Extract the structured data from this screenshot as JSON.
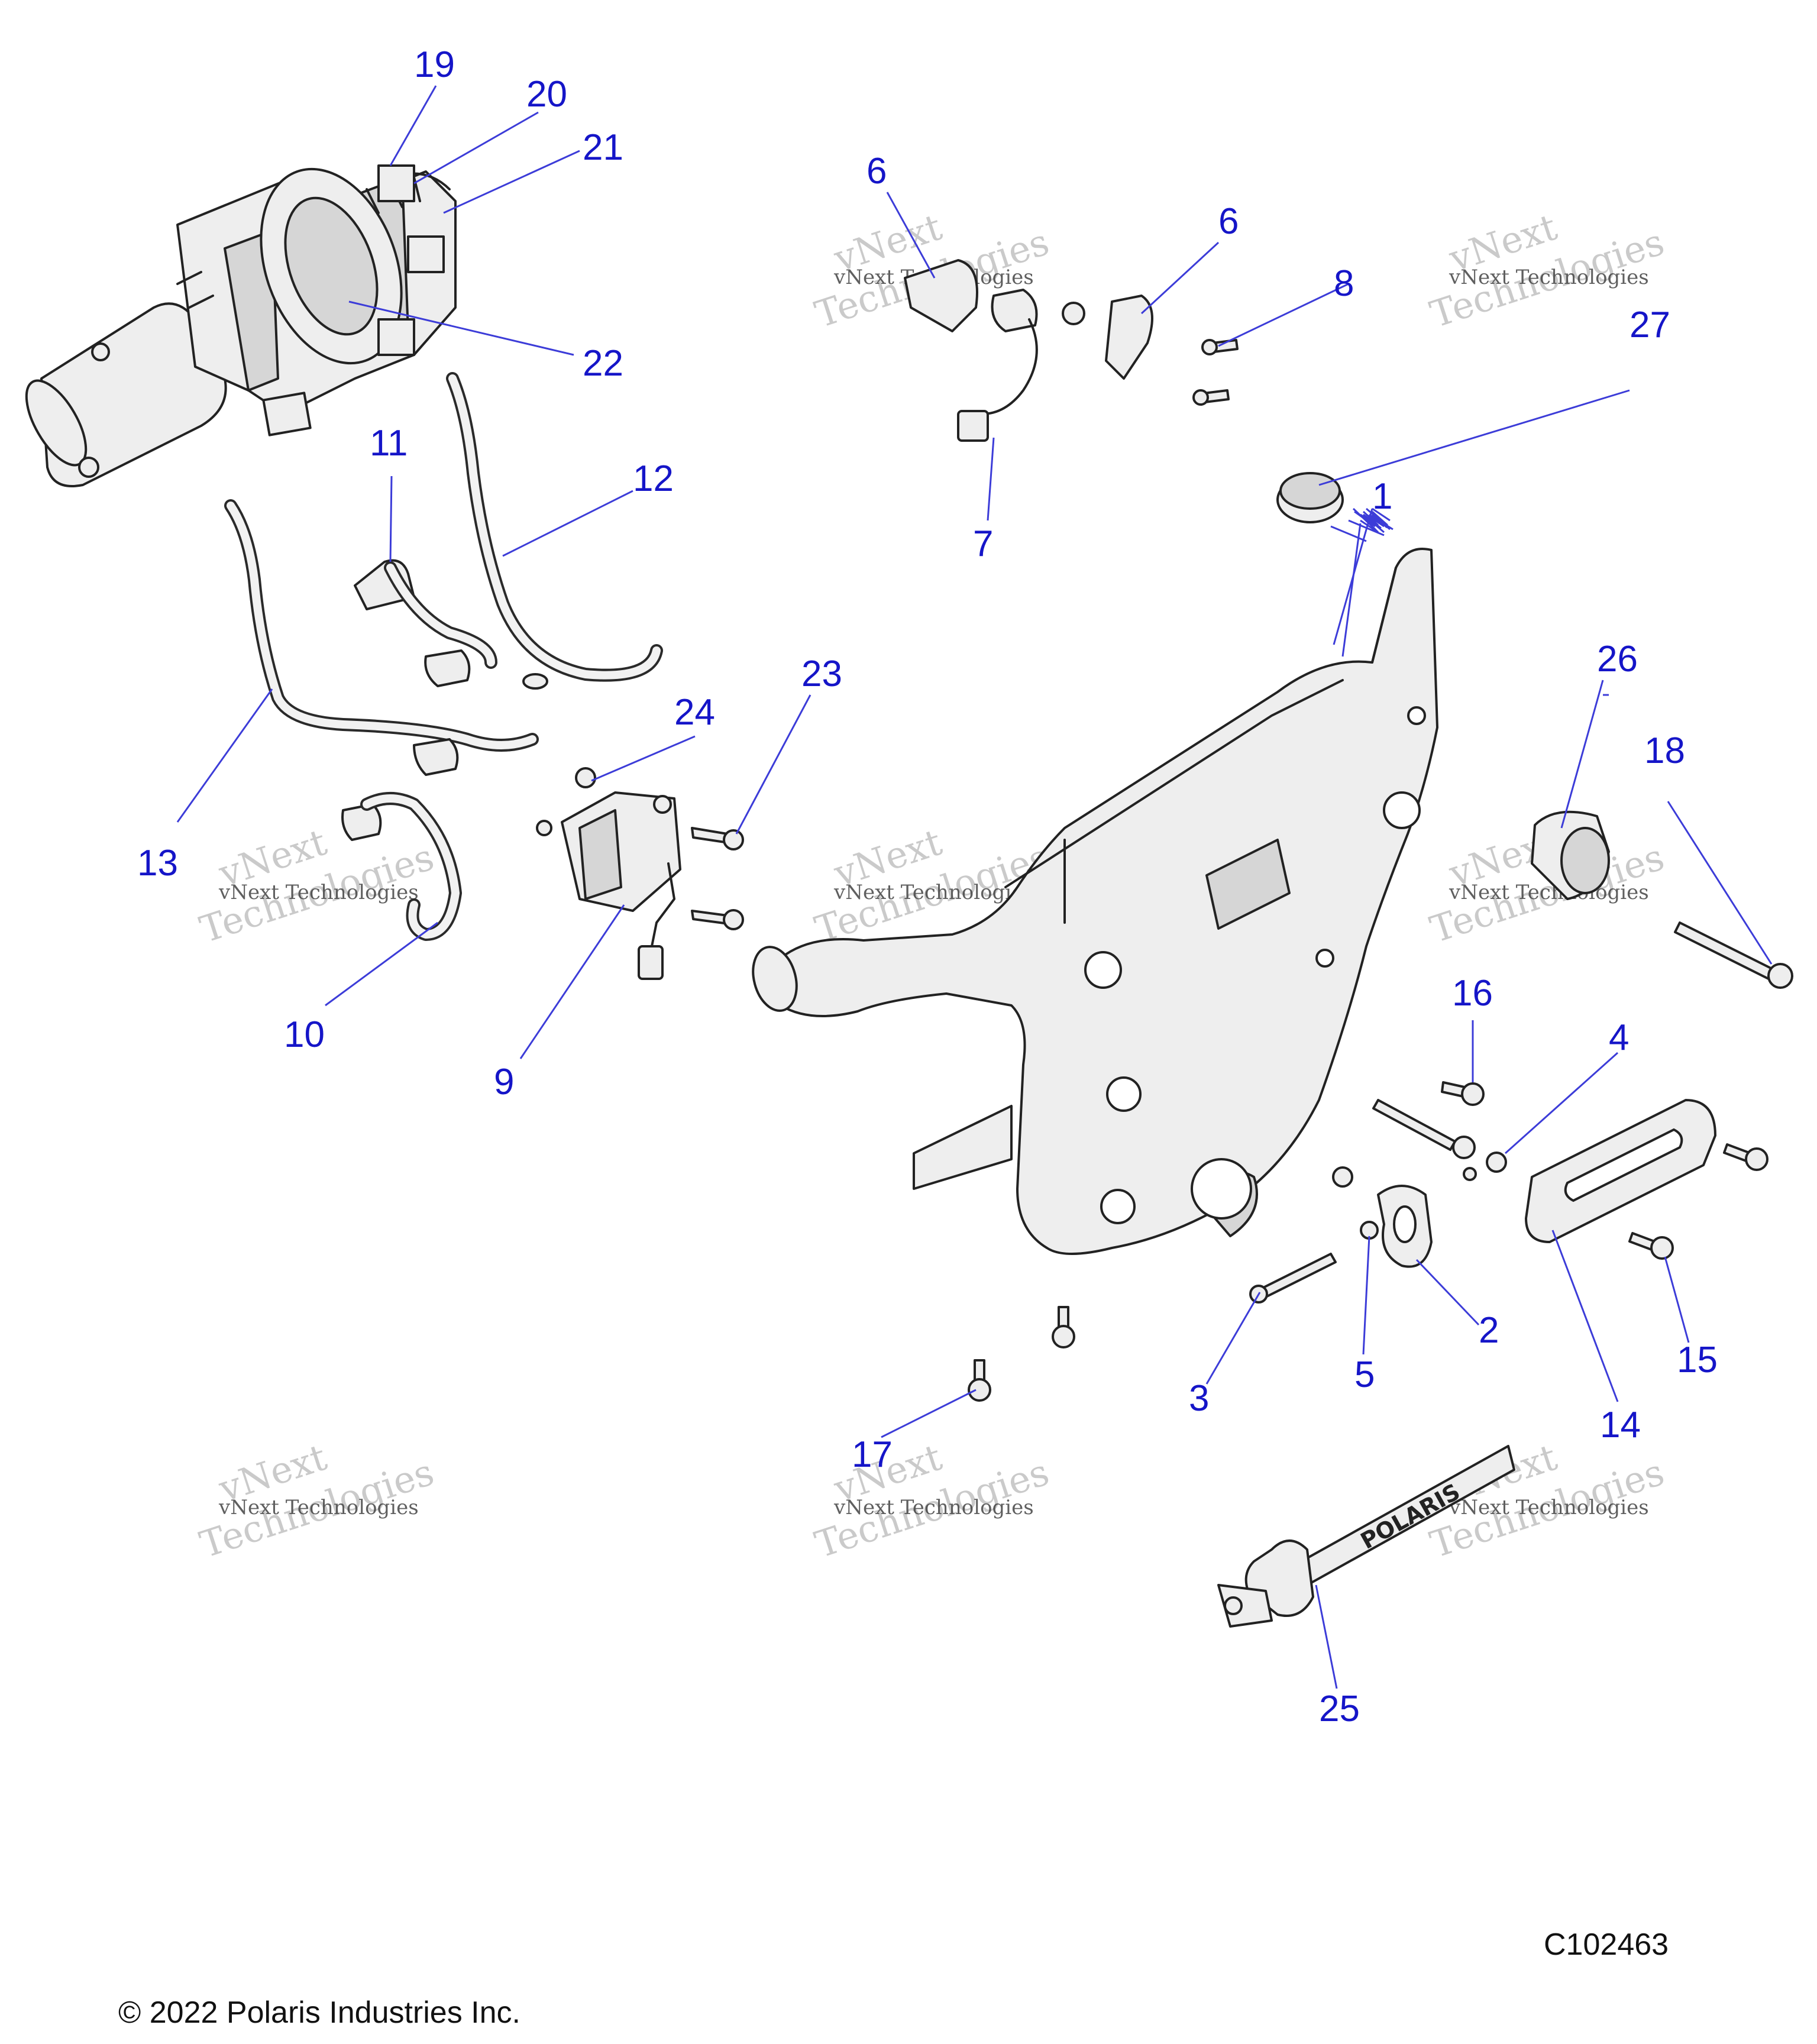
{
  "diagram": {
    "callouts": [
      {
        "id": "1",
        "label": "1"
      },
      {
        "id": "2",
        "label": "2"
      },
      {
        "id": "3",
        "label": "3"
      },
      {
        "id": "4",
        "label": "4"
      },
      {
        "id": "5",
        "label": "5"
      },
      {
        "id": "6a",
        "label": "6"
      },
      {
        "id": "6b",
        "label": "6"
      },
      {
        "id": "7",
        "label": "7"
      },
      {
        "id": "8",
        "label": "8"
      },
      {
        "id": "9",
        "label": "9"
      },
      {
        "id": "10",
        "label": "10"
      },
      {
        "id": "11",
        "label": "11"
      },
      {
        "id": "12",
        "label": "12"
      },
      {
        "id": "13",
        "label": "13"
      },
      {
        "id": "14",
        "label": "14"
      },
      {
        "id": "15",
        "label": "15"
      },
      {
        "id": "16",
        "label": "16"
      },
      {
        "id": "17",
        "label": "17"
      },
      {
        "id": "18",
        "label": "18"
      },
      {
        "id": "19",
        "label": "19"
      },
      {
        "id": "20",
        "label": "20"
      },
      {
        "id": "21",
        "label": "21"
      },
      {
        "id": "22",
        "label": "22"
      },
      {
        "id": "23",
        "label": "23"
      },
      {
        "id": "24",
        "label": "24"
      },
      {
        "id": "25",
        "label": "25"
      },
      {
        "id": "26",
        "label": "26"
      },
      {
        "id": "27",
        "label": "27"
      }
    ],
    "watermark": {
      "line1": "vNext Technologies",
      "line2": "vNext",
      "line3": "Technologies"
    },
    "strap_brand": "POLARIS",
    "callout_color": "#1515c8"
  },
  "footer": {
    "copyright": "© 2022 Polaris Industries Inc.",
    "figure_id": "C102463"
  }
}
